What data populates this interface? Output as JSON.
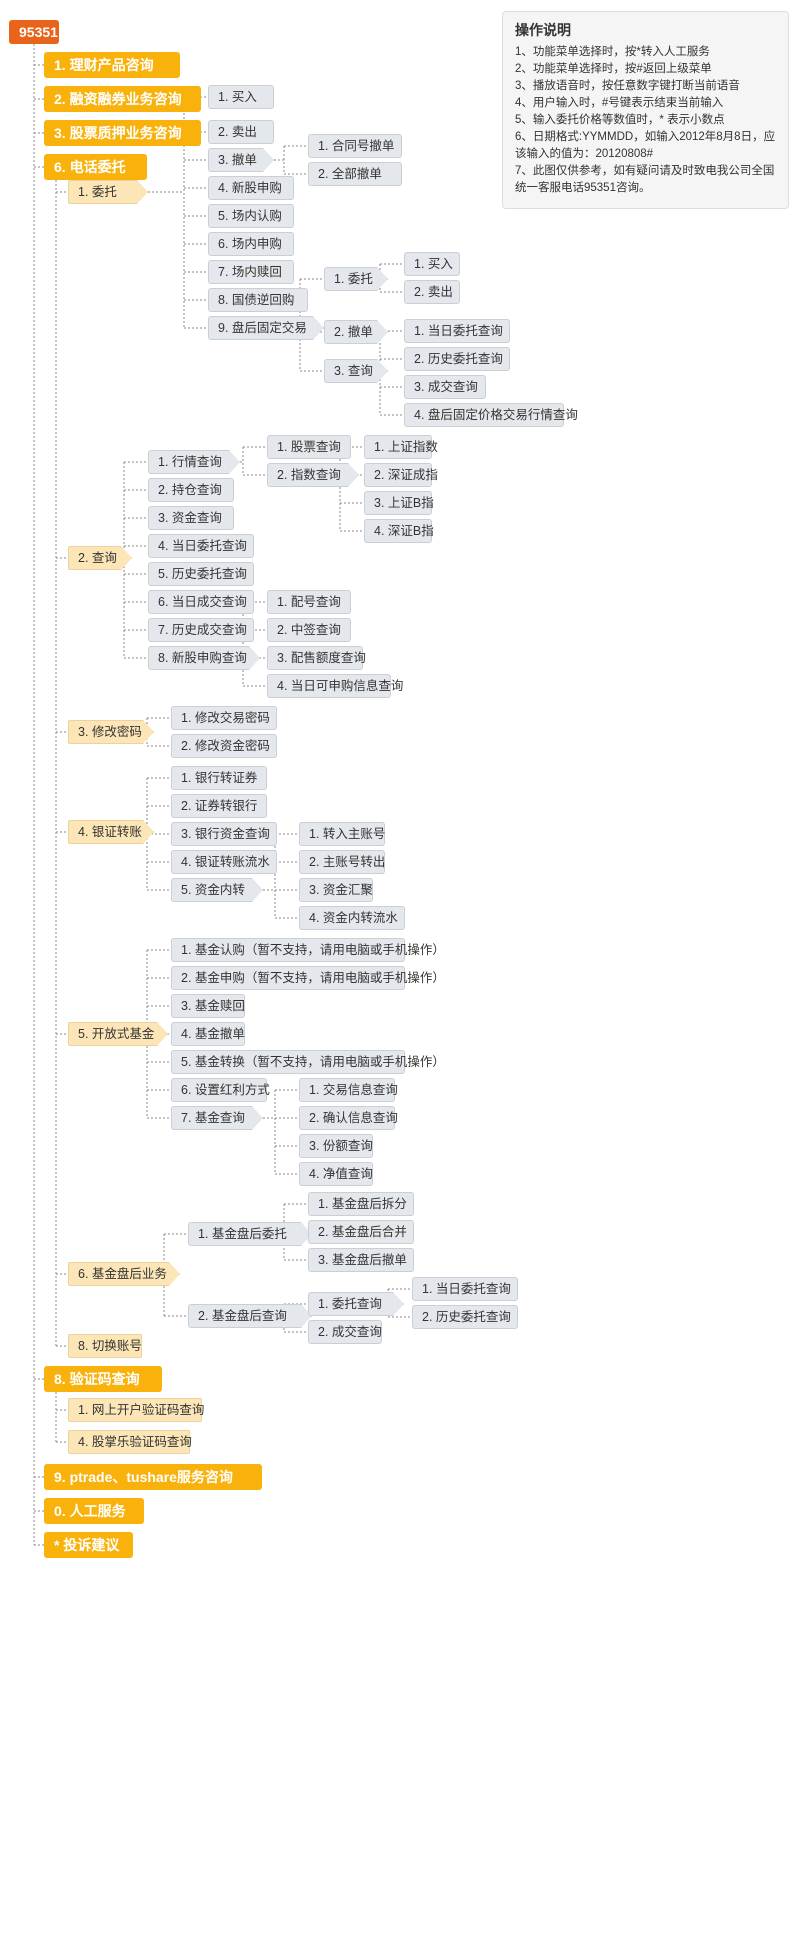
{
  "notes": {
    "title": "操作说明",
    "lines": [
      "1、功能菜单选择时，按*转入人工服务",
      "2、功能菜单选择时，按#返回上级菜单",
      "3、播放语音时，按任意数字键打断当前语音",
      "4、用户输入时，#号键表示结束当前输入",
      "5、输入委托价格等数值时，* 表示小数点",
      "6、日期格式:YYMMDD，如输入2012年8月8日，应该输入的值为：20120808#",
      "7、此图仅供参考，如有疑问请及时致电我公司全国统一客服电话95351咨询。"
    ]
  },
  "tree": {
    "label": "95351",
    "children": [
      {
        "label": "1. 理财产品咨询"
      },
      {
        "label": "2. 融资融券业务咨询"
      },
      {
        "label": "3. 股票质押业务咨询"
      },
      {
        "label": "6. 电话委托",
        "children": [
          {
            "label": "1. 委托",
            "children": [
              {
                "label": "1. 买入"
              },
              {
                "label": "2. 卖出"
              },
              {
                "label": "3. 撤单",
                "children": [
                  {
                    "label": "1. 合同号撤单"
                  },
                  {
                    "label": "2. 全部撤单"
                  }
                ]
              },
              {
                "label": "4. 新股申购"
              },
              {
                "label": "5. 场内认购"
              },
              {
                "label": "6. 场内申购"
              },
              {
                "label": "7. 场内赎回"
              },
              {
                "label": "8. 国债逆回购"
              },
              {
                "label": "9. 盘后固定交易",
                "children": [
                  {
                    "label": "1. 委托",
                    "children": [
                      {
                        "label": "1. 买入"
                      },
                      {
                        "label": "2. 卖出"
                      }
                    ]
                  },
                  {
                    "label": "2. 撤单"
                  },
                  {
                    "label": "3. 查询",
                    "children": [
                      {
                        "label": "1. 当日委托查询"
                      },
                      {
                        "label": "2. 历史委托查询"
                      },
                      {
                        "label": "3. 成交查询"
                      },
                      {
                        "label": "4. 盘后固定价格交易行情查询"
                      }
                    ]
                  }
                ]
              }
            ]
          },
          {
            "label": "2. 查询",
            "children": [
              {
                "label": "1. 行情查询",
                "children": [
                  {
                    "label": "1. 股票查询"
                  },
                  {
                    "label": "2. 指数查询",
                    "children": [
                      {
                        "label": "1. 上证指数"
                      },
                      {
                        "label": "2. 深证成指"
                      },
                      {
                        "label": "3. 上证B指"
                      },
                      {
                        "label": "4. 深证B指"
                      }
                    ]
                  }
                ]
              },
              {
                "label": "2. 持仓查询"
              },
              {
                "label": "3. 资金查询"
              },
              {
                "label": "4. 当日委托查询"
              },
              {
                "label": "5. 历史委托查询"
              },
              {
                "label": "6. 当日成交查询"
              },
              {
                "label": "7. 历史成交查询"
              },
              {
                "label": "8. 新股申购查询",
                "children": [
                  {
                    "label": "1. 配号查询"
                  },
                  {
                    "label": "2. 中签查询"
                  },
                  {
                    "label": "3. 配售额度查询"
                  },
                  {
                    "label": "4. 当日可申购信息查询"
                  }
                ]
              }
            ]
          },
          {
            "label": "3. 修改密码",
            "children": [
              {
                "label": "1. 修改交易密码"
              },
              {
                "label": "2. 修改资金密码"
              }
            ]
          },
          {
            "label": "4. 银证转账",
            "children": [
              {
                "label": "1. 银行转证券"
              },
              {
                "label": "2. 证券转银行"
              },
              {
                "label": "3. 银行资金查询"
              },
              {
                "label": "4. 银证转账流水"
              },
              {
                "label": "5. 资金内转",
                "children": [
                  {
                    "label": "1. 转入主账号"
                  },
                  {
                    "label": "2. 主账号转出"
                  },
                  {
                    "label": "3. 资金汇聚"
                  },
                  {
                    "label": "4. 资金内转流水"
                  }
                ]
              }
            ]
          },
          {
            "label": "5. 开放式基金",
            "children": [
              {
                "label": "1. 基金认购（暂不支持，请用电脑或手机操作）"
              },
              {
                "label": "2. 基金申购（暂不支持，请用电脑或手机操作）"
              },
              {
                "label": "3. 基金赎回"
              },
              {
                "label": "4. 基金撤单"
              },
              {
                "label": "5. 基金转换（暂不支持，请用电脑或手机操作）"
              },
              {
                "label": "6. 设置红利方式"
              },
              {
                "label": "7. 基金查询",
                "children": [
                  {
                    "label": "1. 交易信息查询"
                  },
                  {
                    "label": "2. 确认信息查询"
                  },
                  {
                    "label": "3. 份额查询"
                  },
                  {
                    "label": "4. 净值查询"
                  }
                ]
              }
            ]
          },
          {
            "label": "6. 基金盘后业务",
            "children": [
              {
                "label": "1. 基金盘后委托",
                "children": [
                  {
                    "label": "1. 基金盘后拆分"
                  },
                  {
                    "label": "2. 基金盘后合并"
                  },
                  {
                    "label": "3. 基金盘后撤单"
                  }
                ]
              },
              {
                "label": "2. 基金盘后查询",
                "children": [
                  {
                    "label": "1. 委托查询",
                    "children": [
                      {
                        "label": "1. 当日委托查询"
                      },
                      {
                        "label": "2. 历史委托查询"
                      }
                    ]
                  },
                  {
                    "label": "2. 成交查询"
                  }
                ]
              }
            ]
          },
          {
            "label": "8. 切换账号"
          }
        ]
      },
      {
        "label": "8. 验证码查询",
        "children": [
          {
            "label": "1. 网上开户验证码查询"
          },
          {
            "label": "4. 股掌乐验证码查询"
          }
        ]
      },
      {
        "label": "9. ptrade、tushare服务咨询"
      },
      {
        "label": "0. 人工服务"
      },
      {
        "label": "* 投诉建议"
      }
    ]
  }
}
